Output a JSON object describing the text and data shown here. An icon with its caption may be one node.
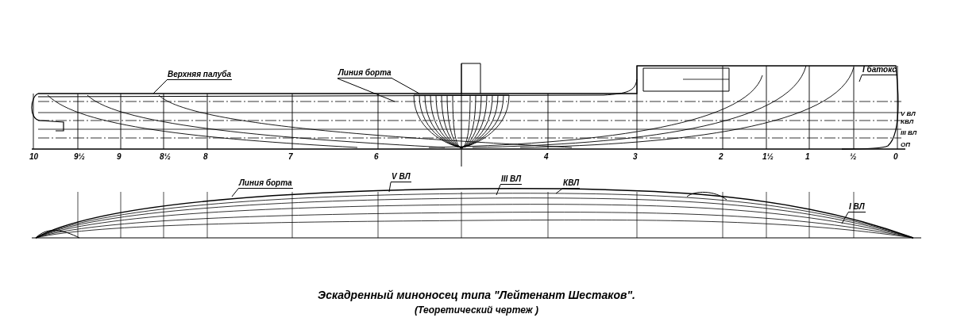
{
  "diagram": {
    "title": "Эскадренный миноносец типа \"Лейтенант Шестаков\".",
    "caption": "(Теоретический чертеж )",
    "nodes": [
      {
        "text": [
          "Верхняя палуба"
        ]
      },
      {
        "text": [
          "Линия борта"
        ]
      },
      {
        "text": [
          "I батокс"
        ]
      },
      {
        "text": [
          "Линия борта"
        ]
      },
      {
        "text": [
          "V ВЛ"
        ]
      },
      {
        "text": [
          "III ВЛ"
        ]
      },
      {
        "text": [
          "КВЛ"
        ]
      },
      {
        "text": [
          "I ВЛ"
        ]
      }
    ],
    "edges": [
      {
        "from": 0,
        "to": null,
        "arrow": "none"
      },
      {
        "from": 1,
        "to": null,
        "arrow": "none"
      },
      {
        "from": 1,
        "to": null,
        "arrow": "none"
      },
      {
        "from": 2,
        "to": null,
        "arrow": "none"
      },
      {
        "from": 3,
        "to": null,
        "arrow": "none"
      },
      {
        "from": 4,
        "to": null,
        "arrow": "none"
      },
      {
        "from": 5,
        "to": null,
        "arrow": "none"
      },
      {
        "from": 6,
        "to": null,
        "arrow": "none"
      },
      {
        "from": 7,
        "to": null,
        "arrow": "none"
      }
    ],
    "labels": [
      "10",
      "9½",
      "9",
      "8½",
      "8",
      "7",
      "6",
      "4",
      "3",
      "2",
      "1½",
      "1",
      "½",
      "0",
      "V ВЛ",
      "КВЛ",
      "III ВЛ",
      "ОП"
    ]
  }
}
